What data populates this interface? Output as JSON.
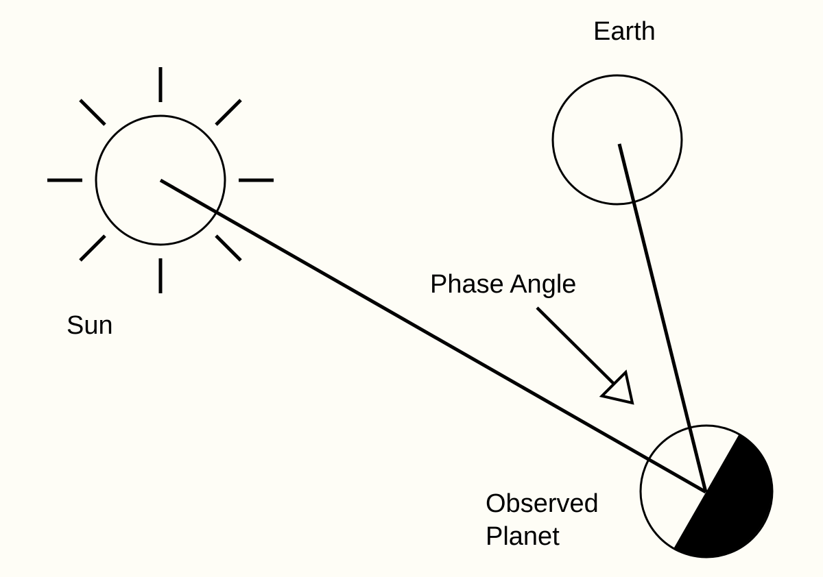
{
  "diagram": {
    "description": "Phase angle diagram: Sun and Earth sight-lines meeting at an observed planet",
    "colors": {
      "background": "#fefdf6",
      "ink": "#000000",
      "planet_dark_side": "#000000"
    },
    "sun": {
      "label": "Sun"
    },
    "earth": {
      "label": "Earth"
    },
    "observed_planet": {
      "label_line1": "Observed",
      "label_line2": "Planet"
    },
    "phase_angle": {
      "label": "Phase Angle"
    },
    "icons": {
      "sun": "sun-icon",
      "earth": "earth-icon",
      "observed_planet": "observed-planet-icon",
      "arrow": "phase-angle-arrow-icon"
    }
  }
}
